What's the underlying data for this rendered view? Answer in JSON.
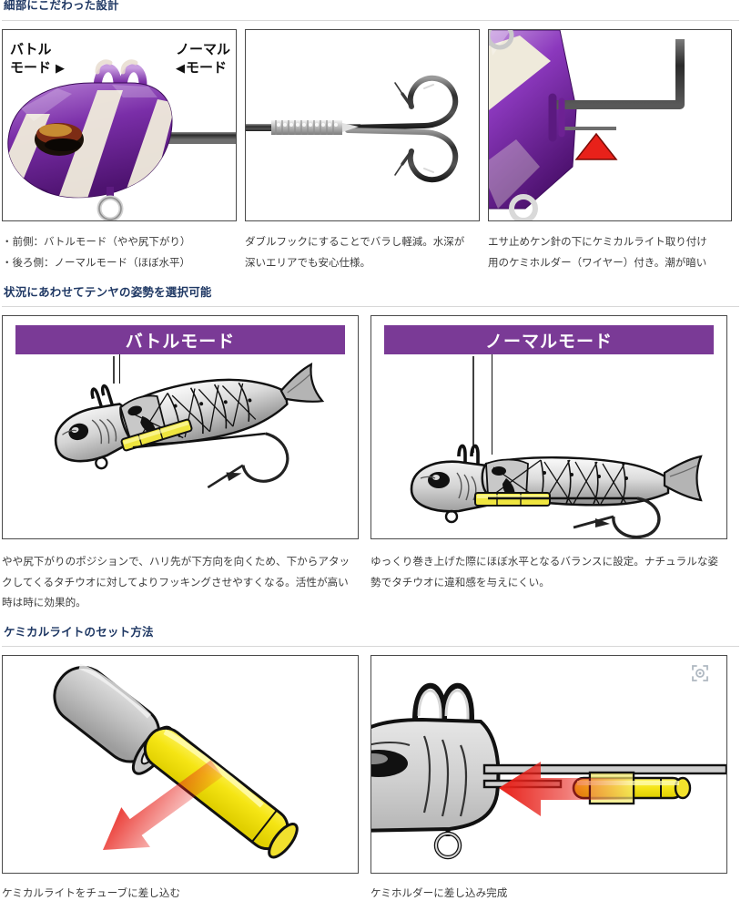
{
  "sections": [
    {
      "id": "detail-design",
      "title": "細部にこだわった設計"
    },
    {
      "id": "posture-select",
      "title": "状況にあわせてテンヤの姿勢を選択可能"
    },
    {
      "id": "chemical-light",
      "title": "ケミカルライトのセット方法"
    }
  ],
  "photo_panels": [
    {
      "name": "jig-head-modes",
      "labels": {
        "left_line1": "バトル",
        "left_line2": "モード",
        "left_arrow": "▶",
        "right_arrow": "◀",
        "right_line1": "ノーマル",
        "right_line2": "モード"
      }
    },
    {
      "name": "double-hook"
    },
    {
      "name": "kemi-holder-wire"
    }
  ],
  "photo_captions": [
    {
      "lines": [
        "・前側：バトルモード（やや尻下がり）",
        "・後ろ側：ノーマルモード（ほぼ水平）"
      ]
    },
    {
      "lines": [
        "ダブルフックにすることでバラし軽減。水深が",
        "深いエリアでも安心仕様。"
      ]
    },
    {
      "lines": [
        "エサ止めケン針の下にケミカルライト取り付け",
        "用のケミホルダー（ワイヤー）付き。潮が暗い"
      ]
    }
  ],
  "modes": [
    {
      "name": "battle-mode",
      "banner": "バトルモード",
      "caption": "やや尻下がりのポジションで、ハリ先が下方向を向くため、下からアタックしてくるタチウオに対してよりフッキングさせやすくなる。活性が高い時は時に効果的。"
    },
    {
      "name": "normal-mode",
      "banner": "ノーマルモード",
      "caption": "ゆっくり巻き上げた際にほぼ水平となるバランスに設定。ナチュラルな姿勢でタチウオに違和感を与えにくい。"
    }
  ],
  "chem_panels": [
    {
      "name": "insert-light-into-tube",
      "caption": "ケミカルライトをチューブに差し込む"
    },
    {
      "name": "insert-into-holder-done",
      "caption": "ケミホルダーに差し込み完成",
      "zoom_icon": "expand-zoom-icon"
    }
  ],
  "colors": {
    "heading": "#1f3864",
    "banner_purple": "#7a3a96",
    "arrow_red": "#e8211a",
    "glow_yellow": "#f2e70c",
    "panel_border": "#4a4a4a",
    "rule": "#d8d8d8"
  }
}
